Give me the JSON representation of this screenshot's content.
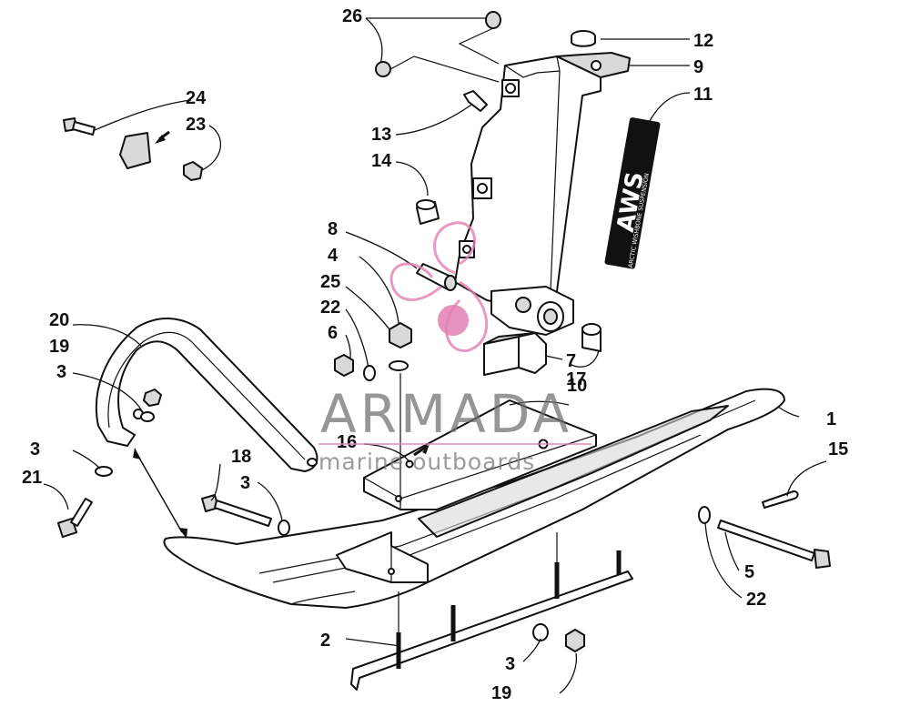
{
  "callouts": [
    {
      "id": "1",
      "label": "1"
    },
    {
      "id": "2",
      "label": "2"
    },
    {
      "id": "3a",
      "label": "3"
    },
    {
      "id": "3b",
      "label": "3"
    },
    {
      "id": "3c",
      "label": "3"
    },
    {
      "id": "3d",
      "label": "3"
    },
    {
      "id": "4",
      "label": "4"
    },
    {
      "id": "5",
      "label": "5"
    },
    {
      "id": "6",
      "label": "6"
    },
    {
      "id": "7",
      "label": "7"
    },
    {
      "id": "8",
      "label": "8"
    },
    {
      "id": "9",
      "label": "9"
    },
    {
      "id": "10",
      "label": "10"
    },
    {
      "id": "11",
      "label": "11"
    },
    {
      "id": "12",
      "label": "12"
    },
    {
      "id": "13",
      "label": "13"
    },
    {
      "id": "14",
      "label": "14"
    },
    {
      "id": "15",
      "label": "15"
    },
    {
      "id": "16",
      "label": "16"
    },
    {
      "id": "17",
      "label": "17"
    },
    {
      "id": "18",
      "label": "18"
    },
    {
      "id": "19a",
      "label": "19"
    },
    {
      "id": "19b",
      "label": "19"
    },
    {
      "id": "20",
      "label": "20"
    },
    {
      "id": "21",
      "label": "21"
    },
    {
      "id": "22a",
      "label": "22"
    },
    {
      "id": "22b",
      "label": "22"
    },
    {
      "id": "23",
      "label": "23"
    },
    {
      "id": "24",
      "label": "24"
    },
    {
      "id": "25",
      "label": "25"
    },
    {
      "id": "26",
      "label": "26"
    }
  ],
  "decal": {
    "text": "AWS",
    "subtext": "ARCTIC WISHBONE SUSPENSION"
  },
  "watermark": {
    "brand": "ARMADA",
    "tagline": "marine outboards",
    "color": "#e27fb0"
  }
}
